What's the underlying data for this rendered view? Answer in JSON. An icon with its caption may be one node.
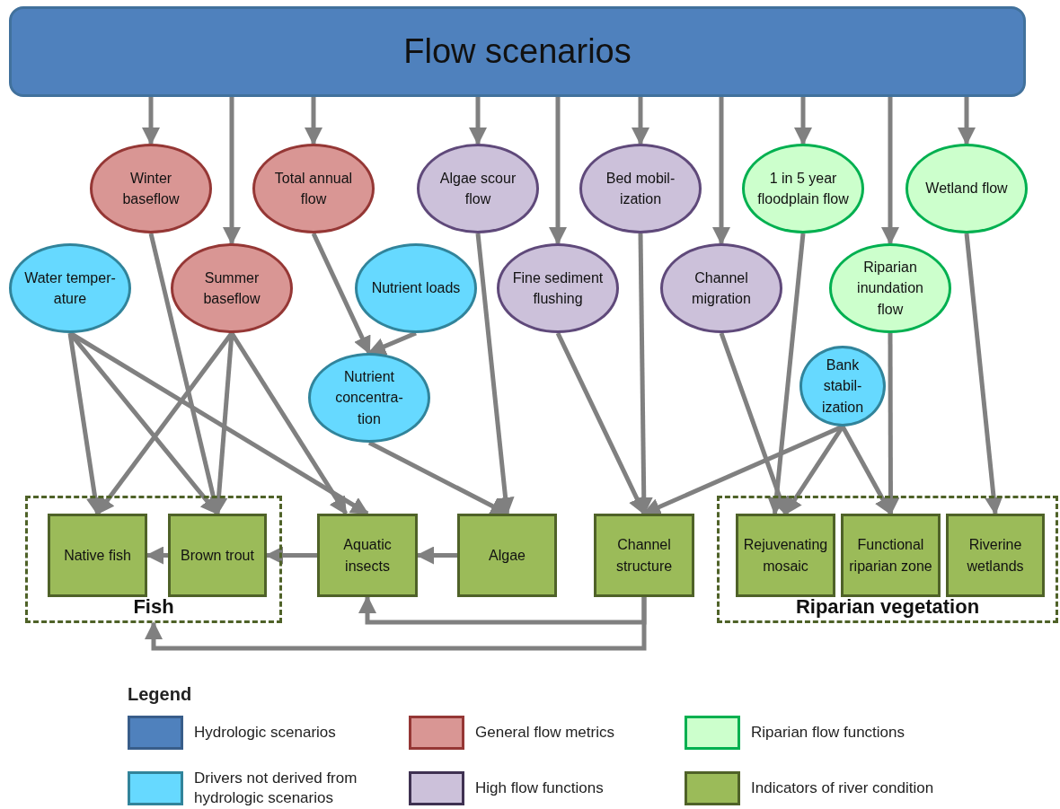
{
  "diagram": {
    "nodes": [
      {
        "text": [
          "Flow scenarios"
        ]
      },
      {
        "text": [
          "Winter baseflow"
        ]
      },
      {
        "text": [
          "Total annual flow"
        ]
      },
      {
        "text": [
          "Algae scour flow"
        ]
      },
      {
        "text": [
          "Bed mobil- ization"
        ]
      },
      {
        "text": [
          "1 in 5 year floodplain flow"
        ]
      },
      {
        "text": [
          "Wetland flow"
        ]
      },
      {
        "text": [
          "Water temper- ature"
        ]
      },
      {
        "text": [
          "Summer baseflow"
        ]
      },
      {
        "text": [
          "Nutrient loads"
        ]
      },
      {
        "text": [
          "Fine sediment flushing"
        ]
      },
      {
        "text": [
          "Channel migration"
        ]
      },
      {
        "text": [
          "Riparian inundation flow"
        ]
      },
      {
        "text": [
          "Nutrient concentra- tion"
        ]
      },
      {
        "text": [
          "Bank stabil- ization"
        ]
      },
      {
        "text": [
          "Fish"
        ]
      },
      {
        "text": [
          "Native fish"
        ],
        "in": 15
      },
      {
        "text": [
          "Brown trout"
        ],
        "in": 15
      },
      {
        "text": [
          "Aquatic insects"
        ]
      },
      {
        "text": [
          "Algae"
        ]
      },
      {
        "text": [
          "Channel structure"
        ]
      },
      {
        "text": [
          "Riparian vegetation"
        ]
      },
      {
        "text": [
          "Rejuvenating mosaic"
        ],
        "in": 21
      },
      {
        "text": [
          "Functional riparian zone"
        ],
        "in": 21
      },
      {
        "text": [
          "Riverine wetlands"
        ],
        "in": 21
      }
    ],
    "edges": [
      {
        "from": 0,
        "to": 1,
        "arrow": "to"
      },
      {
        "from": 0,
        "to": 8,
        "arrow": "to"
      },
      {
        "from": 0,
        "to": 2,
        "arrow": "to"
      },
      {
        "from": 0,
        "to": 3,
        "arrow": "to"
      },
      {
        "from": 0,
        "to": 10,
        "arrow": "to"
      },
      {
        "from": 0,
        "to": 4,
        "arrow": "to"
      },
      {
        "from": 0,
        "to": 11,
        "arrow": "to"
      },
      {
        "from": 0,
        "to": 5,
        "arrow": "to"
      },
      {
        "from": 0,
        "to": 12,
        "arrow": "to"
      },
      {
        "from": 0,
        "to": 6,
        "arrow": "to"
      },
      {
        "from": 1,
        "to": 17,
        "arrow": "to"
      },
      {
        "from": 2,
        "to": 13,
        "arrow": "to"
      },
      {
        "from": 9,
        "to": 13,
        "arrow": "to"
      },
      {
        "from": 3,
        "to": 19,
        "arrow": "to"
      },
      {
        "from": 7,
        "to": 16,
        "arrow": "to"
      },
      {
        "from": 7,
        "to": 17,
        "arrow": "to"
      },
      {
        "from": 7,
        "to": 18,
        "arrow": "to"
      },
      {
        "from": 8,
        "to": 16,
        "arrow": "to"
      },
      {
        "from": 8,
        "to": 17,
        "arrow": "to"
      },
      {
        "from": 8,
        "to": 18,
        "arrow": "to"
      },
      {
        "from": 13,
        "to": 19,
        "arrow": "to"
      },
      {
        "from": 10,
        "to": 20,
        "arrow": "to"
      },
      {
        "from": 4,
        "to": 20,
        "arrow": "to"
      },
      {
        "from": 14,
        "to": 20,
        "arrow": "to"
      },
      {
        "from": 11,
        "to": 22,
        "arrow": "to"
      },
      {
        "from": 5,
        "to": 22,
        "arrow": "to"
      },
      {
        "from": 14,
        "to": 22,
        "arrow": "to"
      },
      {
        "from": 14,
        "to": 23,
        "arrow": "to"
      },
      {
        "from": 12,
        "to": 23,
        "arrow": "to"
      },
      {
        "from": 6,
        "to": 24,
        "arrow": "to"
      },
      {
        "from": 17,
        "to": 16,
        "arrow": "to"
      },
      {
        "from": 18,
        "to": 17,
        "arrow": "to"
      },
      {
        "from": 19,
        "to": 18,
        "arrow": "to"
      },
      {
        "from": 20,
        "to": 18,
        "arrow": "to"
      },
      {
        "from": 20,
        "to": 15,
        "arrow": "to"
      }
    ],
    "labels": [
      "Legend"
    ],
    "legend": [
      {
        "text": "Hydrologic scenarios",
        "color": "#4f81bd"
      },
      {
        "text": "General flow metrics",
        "color": "#d99694"
      },
      {
        "text": "Riparian flow functions",
        "color": "#ccffcc"
      },
      {
        "text": "Drivers not derived from hydrologic scenarios",
        "color": "#66d9ff"
      },
      {
        "text": "High flow functions",
        "color": "#ccc1da"
      },
      {
        "text": "Indicators of river condition",
        "color": "#9bbb59"
      }
    ]
  }
}
